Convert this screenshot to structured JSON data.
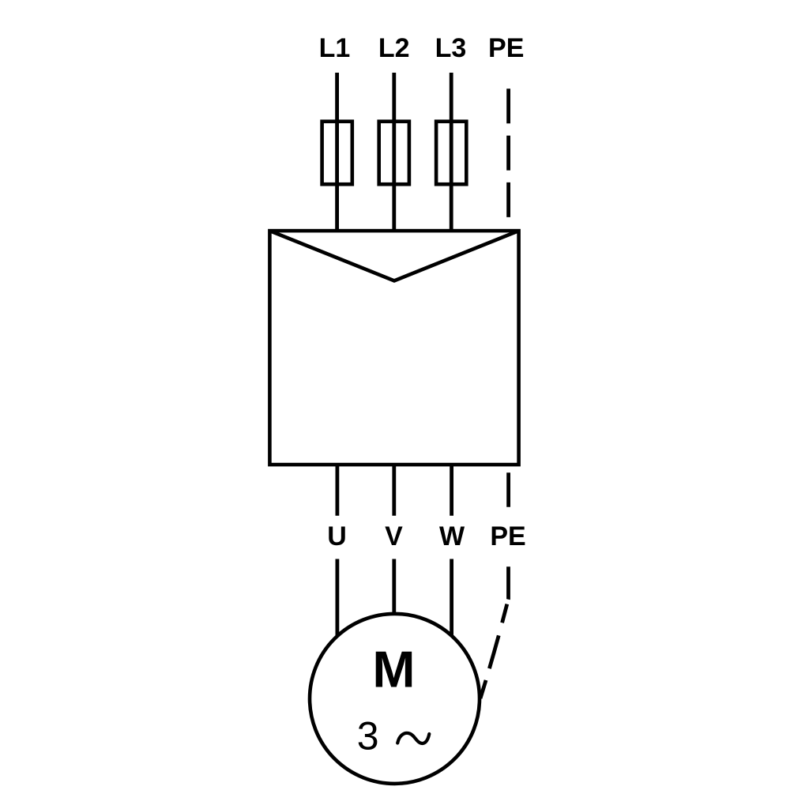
{
  "diagram": {
    "kind": "three-phase-motor-wiring-schematic",
    "colors": {
      "ink": "#000000",
      "background": "#ffffff"
    },
    "supply": {
      "terminals": [
        {
          "label": "L1",
          "fused": true,
          "line_style": "solid"
        },
        {
          "label": "L2",
          "fused": true,
          "line_style": "solid"
        },
        {
          "label": "L3",
          "fused": true,
          "line_style": "solid"
        },
        {
          "label": "PE",
          "fused": false,
          "line_style": "dashed"
        }
      ]
    },
    "output": {
      "terminals": [
        {
          "label": "U",
          "line_style": "solid"
        },
        {
          "label": "V",
          "line_style": "solid"
        },
        {
          "label": "W",
          "line_style": "solid"
        },
        {
          "label": "PE",
          "line_style": "dashed"
        }
      ]
    },
    "motor": {
      "letter": "M",
      "phases": "3",
      "ac_symbol": "~"
    }
  }
}
